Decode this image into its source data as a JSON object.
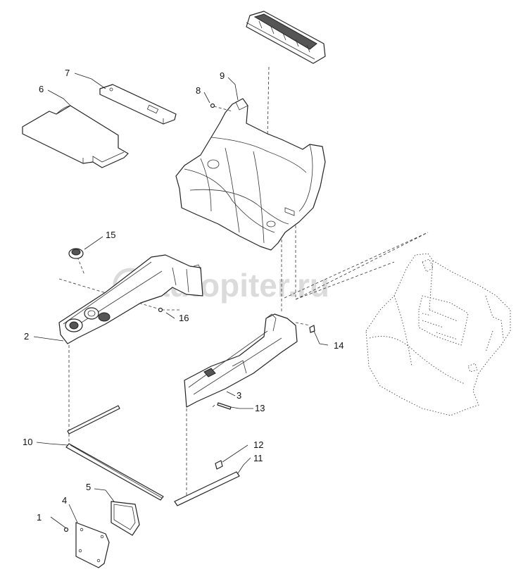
{
  "watermark": "autopiter.ru",
  "callouts": [
    "1",
    "2",
    "3",
    "4",
    "5",
    "6",
    "7",
    "8",
    "9",
    "10",
    "11",
    "12",
    "13",
    "14",
    "15",
    "16"
  ]
}
